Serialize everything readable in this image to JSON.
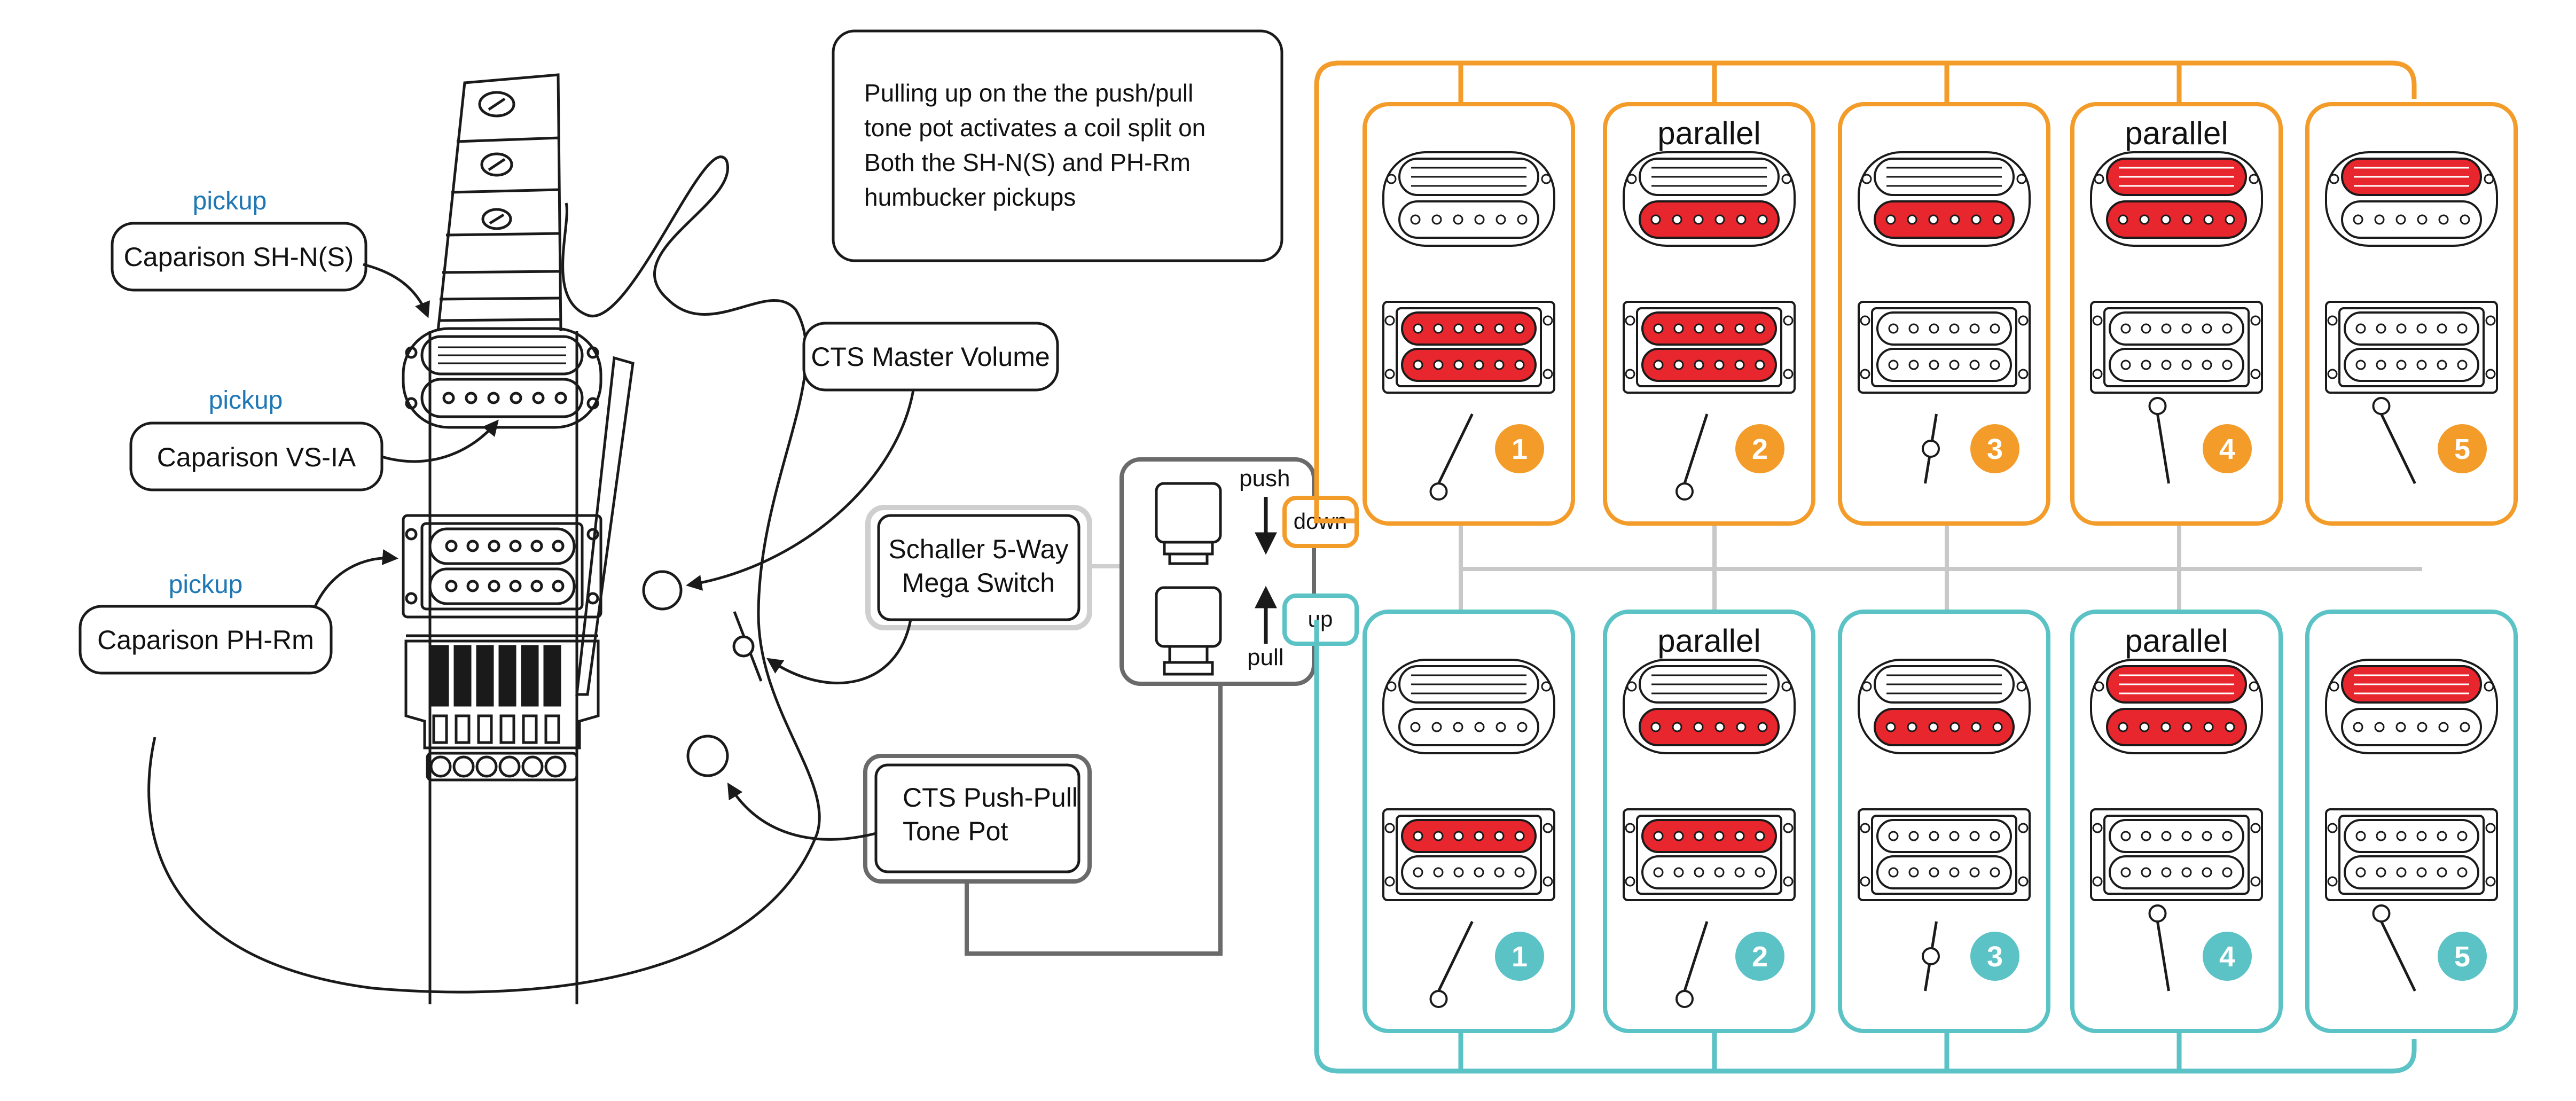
{
  "colors": {
    "down": "#f39c2a",
    "up": "#5bc2c6",
    "active_coil": "#e8262d",
    "pickup_label": "#1f78b4",
    "outline": "#1a1a1a",
    "bus_gray": "#c8c8c8"
  },
  "callouts": {
    "neck_pickup": {
      "heading": "pickup",
      "name": "Caparison SH-N(S)"
    },
    "middle_pickup": {
      "heading": "pickup",
      "name": "Caparison VS-IA"
    },
    "bridge_pickup": {
      "heading": "pickup",
      "name": "Caparison PH-Rm"
    },
    "master_volume": {
      "name": "CTS Master Volume"
    },
    "switch": {
      "line1": "Schaller 5-Way",
      "line2": "Mega Switch"
    },
    "tone_pot": {
      "line1": "CTS Push-Pull",
      "line2": "Tone Pot"
    }
  },
  "note": {
    "lines": [
      "Pulling up on the the push/pull",
      "tone pot  activates a  coil split on",
      "Both the SH-N(S) and PH-Rm",
      "humbucker pickups"
    ]
  },
  "knob_panel": {
    "push_label": "push",
    "pull_label": "pull",
    "down_label": "down",
    "up_label": "up"
  },
  "parallel_label": "parallel",
  "switch_positions": {
    "down": [
      {
        "number": "1",
        "label": "",
        "neck_top": false,
        "neck_bottom": false,
        "bridge_top": true,
        "bridge_bottom": true
      },
      {
        "number": "2",
        "label": "parallel",
        "neck_top": false,
        "neck_bottom": true,
        "bridge_top": true,
        "bridge_bottom": true
      },
      {
        "number": "3",
        "label": "",
        "neck_top": false,
        "neck_bottom": true,
        "bridge_top": false,
        "bridge_bottom": false
      },
      {
        "number": "4",
        "label": "parallel",
        "neck_top": true,
        "neck_bottom": true,
        "bridge_top": false,
        "bridge_bottom": false
      },
      {
        "number": "5",
        "label": "",
        "neck_top": true,
        "neck_bottom": false,
        "bridge_top": false,
        "bridge_bottom": false
      }
    ],
    "up": [
      {
        "number": "1",
        "label": "",
        "neck_top": false,
        "neck_bottom": false,
        "bridge_top": true,
        "bridge_bottom": false
      },
      {
        "number": "2",
        "label": "parallel",
        "neck_top": false,
        "neck_bottom": true,
        "bridge_top": true,
        "bridge_bottom": false
      },
      {
        "number": "3",
        "label": "",
        "neck_top": false,
        "neck_bottom": true,
        "bridge_top": false,
        "bridge_bottom": false
      },
      {
        "number": "4",
        "label": "parallel",
        "neck_top": true,
        "neck_bottom": true,
        "bridge_top": false,
        "bridge_bottom": false
      },
      {
        "number": "5",
        "label": "",
        "neck_top": true,
        "neck_bottom": false,
        "bridge_top": false,
        "bridge_bottom": false
      }
    ]
  }
}
